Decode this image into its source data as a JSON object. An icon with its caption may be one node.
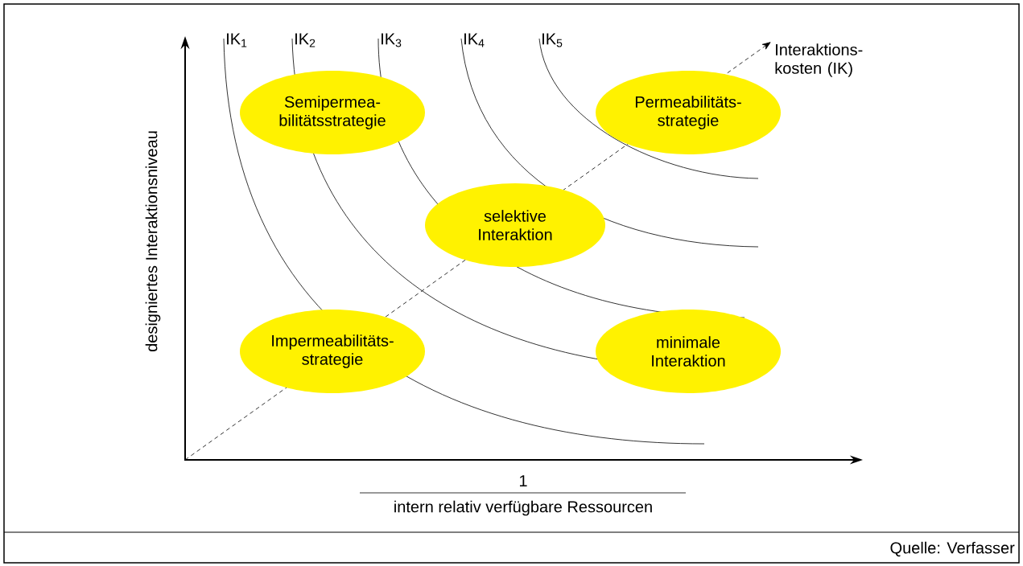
{
  "diagram": {
    "caption": "Quelle: Verfasser",
    "nodes": [
      {
        "text": [
          "Semipermea- bilitätsstrategie"
        ]
      },
      {
        "text": [
          "Permeabilitäts- strategie"
        ]
      },
      {
        "text": [
          "selektive Interaktion"
        ]
      },
      {
        "text": [
          "Impermeabilitäts- strategie"
        ]
      },
      {
        "text": [
          "minimale Interaktion"
        ]
      }
    ],
    "labels": [
      "IK$_{1}$",
      "IK$_{2}$",
      "IK$_{3}$",
      "IK$_{4}$",
      "IK$_{5}$",
      "Interaktions- kosten (IK)",
      "designiertes Interaktionsniveau",
      "1",
      "intern relativ verfügbare Ressourcen"
    ]
  }
}
